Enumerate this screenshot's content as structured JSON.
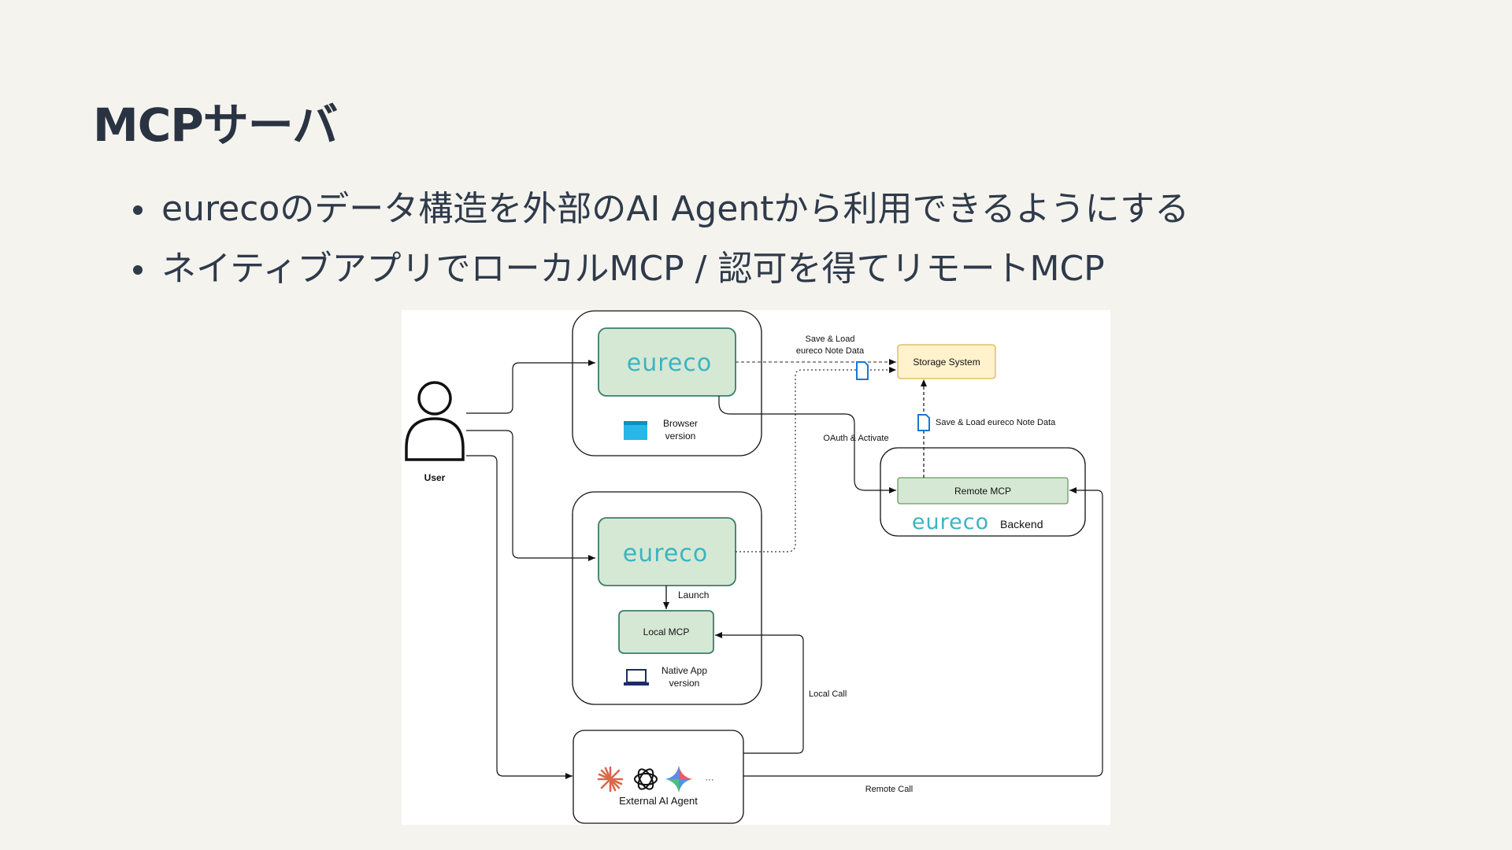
{
  "slide": {
    "title": "MCPサーバ",
    "bullets": [
      "eurecoのデータ構造を外部のAI Agentから利用できるようにする",
      "ネイティブアプリでローカルMCP / 認可を得てリモートMCP"
    ]
  },
  "diagram": {
    "user_label": "User",
    "browser_app_logo": "eureco",
    "browser_caption_line1": "Browser",
    "browser_caption_line2": "version",
    "native_app_logo": "eureco",
    "launch_label": "Launch",
    "local_mcp_label": "Local MCP",
    "native_caption_line1": "Native App",
    "native_caption_line2": "version",
    "save_load_line1": "Save & Load",
    "save_load_line2": "eureco Note Data",
    "storage_label": "Storage System",
    "remote_save_load_label": "Save & Load eureco Note Data",
    "oauth_label": "OAuth & Activate",
    "remote_mcp_label": "Remote MCP",
    "backend_logo": "eureco",
    "backend_label": "Backend",
    "local_call_label": "Local Call",
    "remote_call_label": "Remote Call",
    "external_agent_label": "External AI Agent",
    "more_ellipsis": "···",
    "colors": {
      "app_fill": "#d5e8d4",
      "app_stroke": "#3b7e6a",
      "storage_fill": "#fff2cc",
      "storage_stroke": "#d6b656",
      "logo": "#3cb3c3",
      "doc_icon": "#1976d2"
    },
    "icons": [
      "user-icon",
      "browser-window-icon",
      "laptop-icon",
      "document-icon",
      "claude-icon",
      "openai-icon",
      "gemini-icon"
    ]
  }
}
